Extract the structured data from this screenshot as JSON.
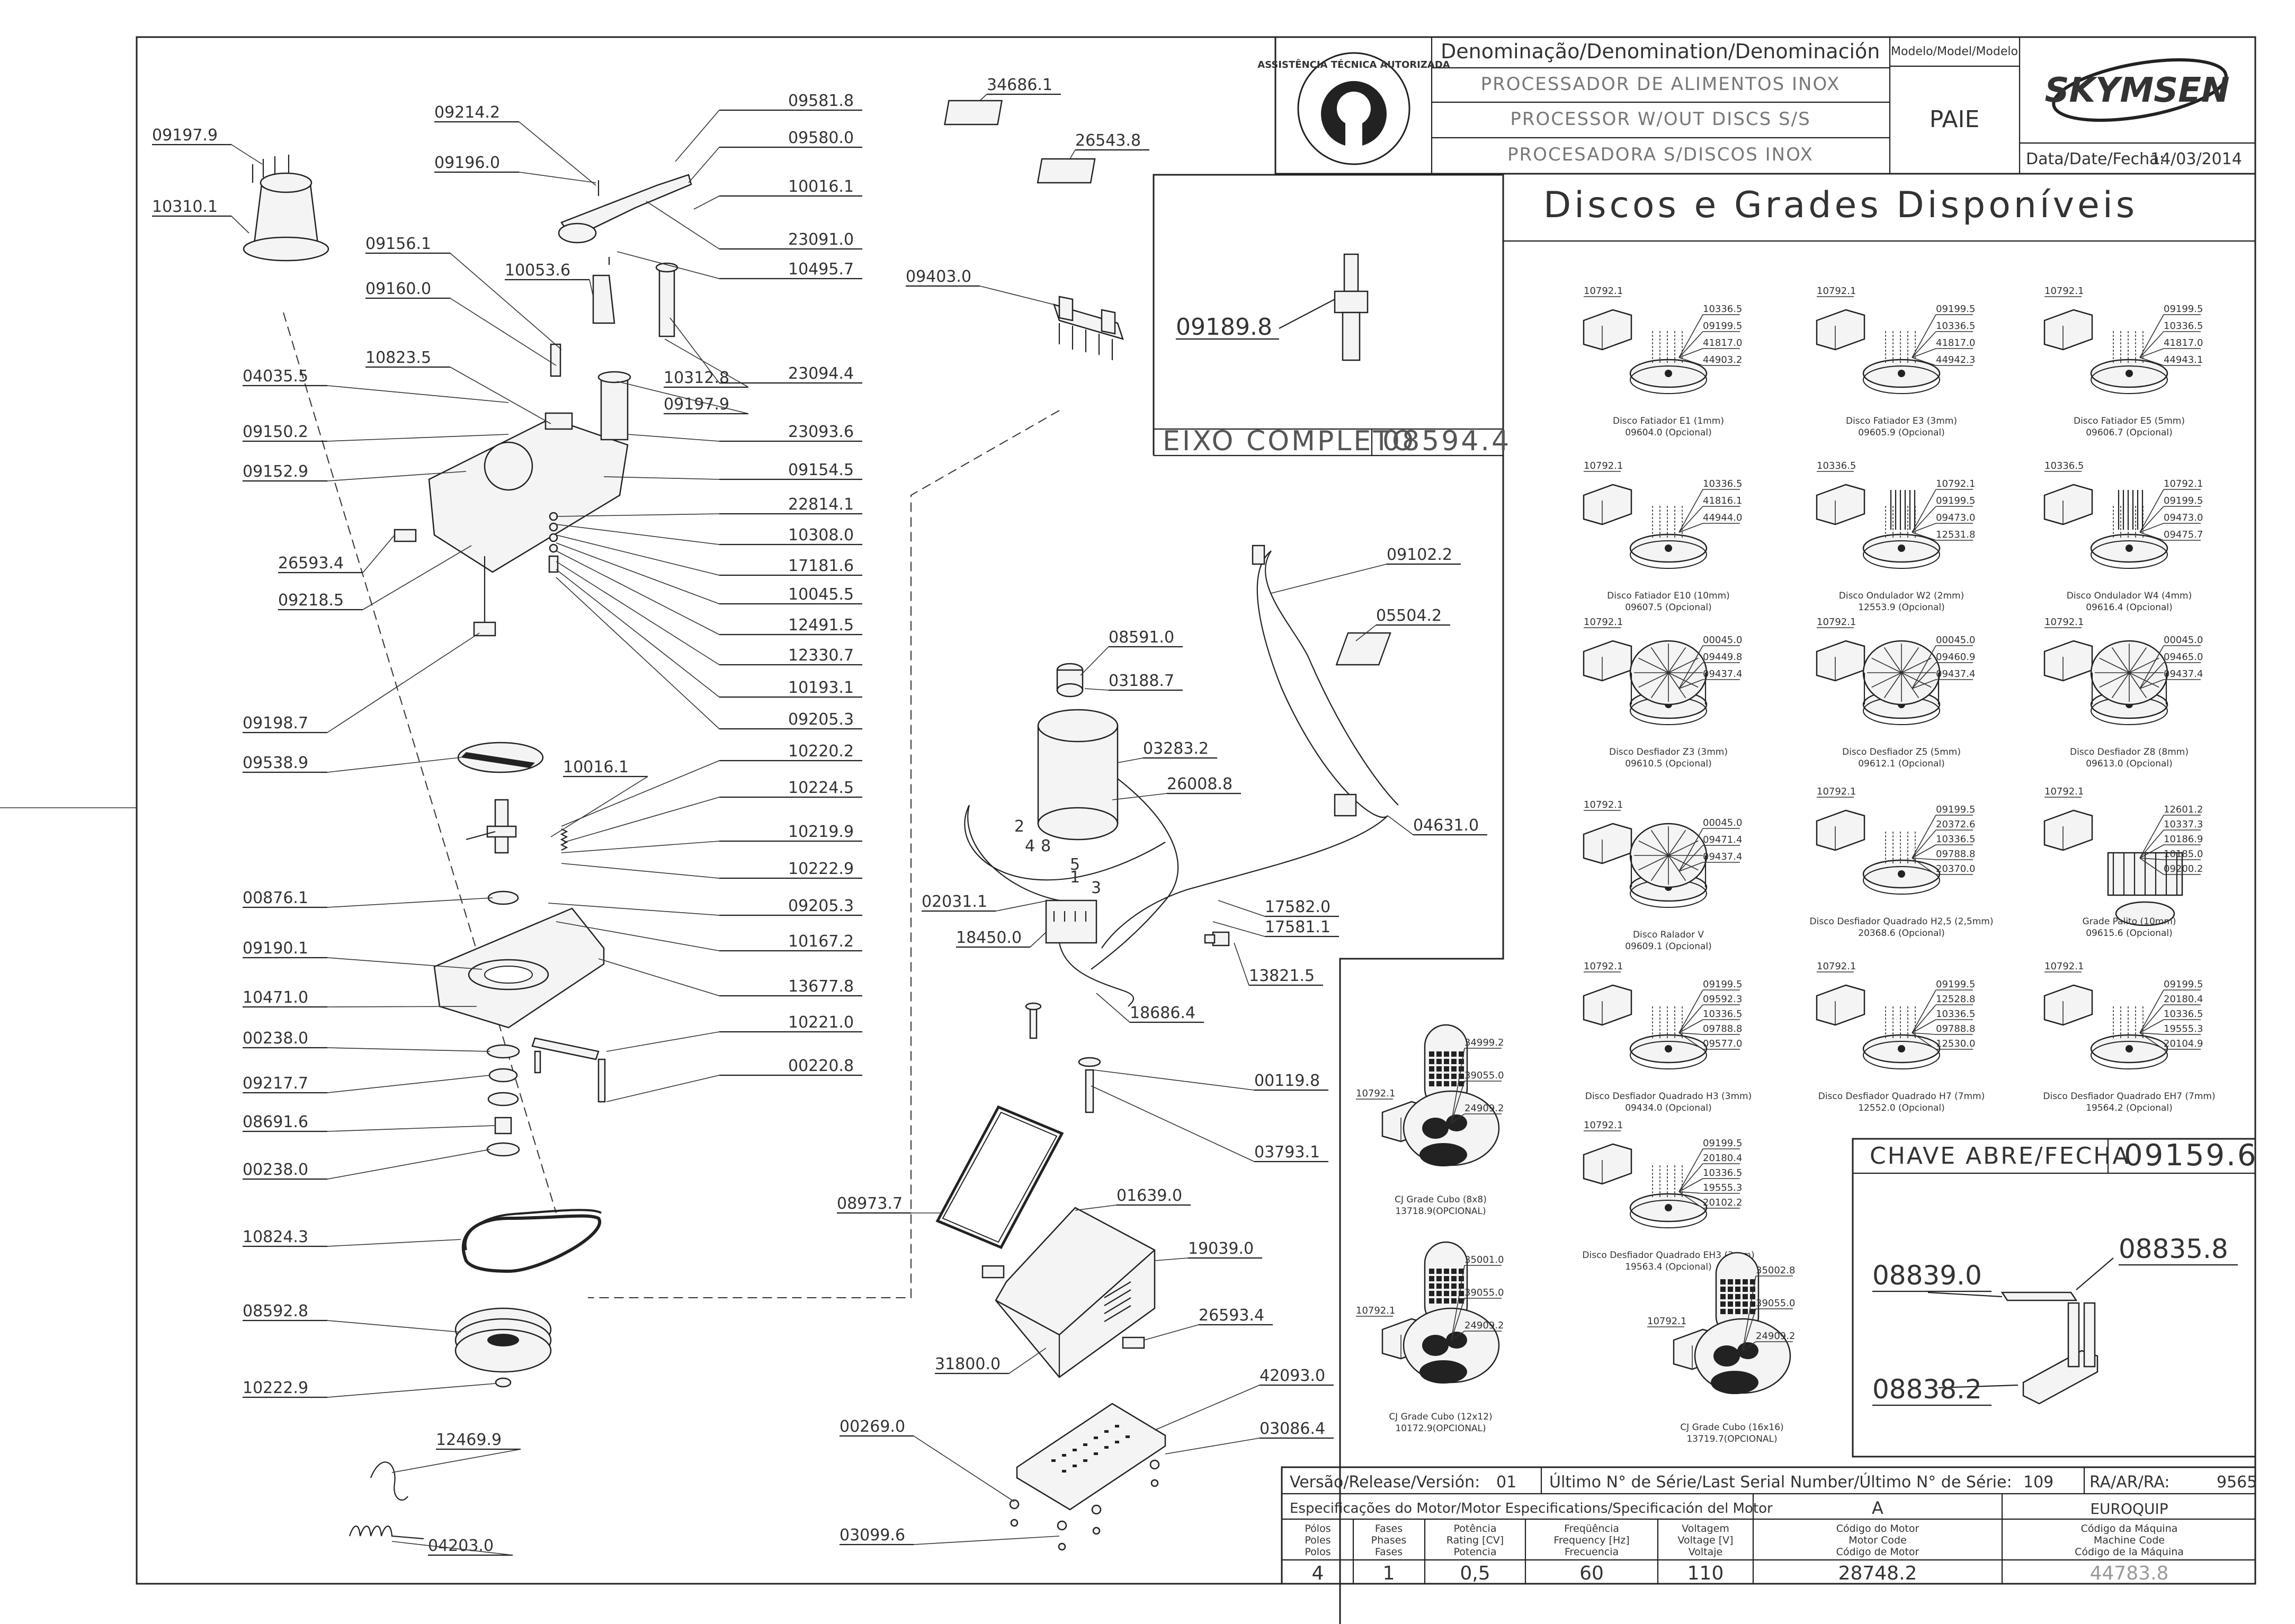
{
  "header": {
    "denomination_label": "Denominação/Denomination/Denominación",
    "model_label": "Modelo/Model/Modelo",
    "name_pt": "PROCESSADOR  DE  ALIMENTOS  INOX",
    "name_en": "PROCESSOR  W/OUT  DISCS  S/S",
    "name_es": "PROCESADORA  S/DISCOS  INOX",
    "model": "PAIE",
    "brand": "SKYMSEN",
    "date_label": "Data/Date/Fecha:",
    "date": "14/03/2014",
    "seal_text": "ASSISTÊNCIA TÉCNICA AUTORIZADA"
  },
  "discs_title": "Discos  e  Grades  Disponíveis",
  "axle": {
    "label": "EIXO  COMPLETO",
    "code": "08594.4",
    "part": "09189.8"
  },
  "switch": {
    "label": "CHAVE  ABRE/FECHA",
    "code": "09159.6",
    "parts": [
      "08839.0",
      "08835.8",
      "08838.2"
    ]
  },
  "left_parts": [
    {
      "code": "09197.9"
    },
    {
      "code": "10310.1"
    },
    {
      "code": "09214.2"
    },
    {
      "code": "09196.0"
    },
    {
      "code": "09156.1"
    },
    {
      "code": "09160.0"
    },
    {
      "code": "10053.6"
    },
    {
      "code": "10823.5"
    },
    {
      "code": "04035.5"
    },
    {
      "code": "09150.2"
    },
    {
      "code": "09152.9"
    },
    {
      "code": "26593.4"
    },
    {
      "code": "09218.5"
    },
    {
      "code": "09198.7"
    },
    {
      "code": "09538.9"
    },
    {
      "code": "10016.1"
    },
    {
      "code": "00876.1"
    },
    {
      "code": "09190.1"
    },
    {
      "code": "10471.0"
    },
    {
      "code": "00238.0"
    },
    {
      "code": "09217.7"
    },
    {
      "code": "08691.6"
    },
    {
      "code": "00238.0"
    },
    {
      "code": "10824.3"
    },
    {
      "code": "08592.8"
    },
    {
      "code": "10222.9"
    },
    {
      "code": "12469.9"
    },
    {
      "code": "04203.0"
    },
    {
      "code": "10312.8"
    },
    {
      "code": "09197.9"
    }
  ],
  "right_parts": [
    {
      "code": "09581.8"
    },
    {
      "code": "09580.0"
    },
    {
      "code": "10016.1"
    },
    {
      "code": "23091.0"
    },
    {
      "code": "10495.7"
    },
    {
      "code": "23094.4"
    },
    {
      "code": "23093.6"
    },
    {
      "code": "09154.5"
    },
    {
      "code": "22814.1"
    },
    {
      "code": "10308.0"
    },
    {
      "code": "17181.6"
    },
    {
      "code": "10045.5"
    },
    {
      "code": "12491.5"
    },
    {
      "code": "12330.7"
    },
    {
      "code": "10193.1"
    },
    {
      "code": "09205.3"
    },
    {
      "code": "10220.2"
    },
    {
      "code": "10224.5"
    },
    {
      "code": "10219.9"
    },
    {
      "code": "10222.9"
    },
    {
      "code": "09205.3"
    },
    {
      "code": "10167.2"
    },
    {
      "code": "13677.8"
    },
    {
      "code": "10221.0"
    },
    {
      "code": "00220.8"
    }
  ],
  "center_parts": [
    {
      "code": "34686.1"
    },
    {
      "code": "26543.8"
    },
    {
      "code": "09403.0"
    },
    {
      "code": "09102.2"
    },
    {
      "code": "05504.2"
    },
    {
      "code": "08591.0"
    },
    {
      "code": "03188.7"
    },
    {
      "code": "03283.2"
    },
    {
      "code": "26008.8"
    },
    {
      "code": "04631.0"
    },
    {
      "code": "02031.1"
    },
    {
      "code": "18450.0"
    },
    {
      "code": "17582.0"
    },
    {
      "code": "17581.1"
    },
    {
      "code": "13821.5"
    },
    {
      "code": "18686.4"
    },
    {
      "code": "00119.8"
    },
    {
      "code": "03793.1"
    },
    {
      "code": "08973.7"
    },
    {
      "code": "01639.0"
    },
    {
      "code": "19039.0"
    },
    {
      "code": "26593.4"
    },
    {
      "code": "31800.0"
    },
    {
      "code": "42093.0"
    },
    {
      "code": "00269.0"
    },
    {
      "code": "03086.4"
    },
    {
      "code": "03099.6"
    }
  ],
  "discs": [
    {
      "name": "Disco Fatiador E1 (1mm)",
      "code": "09604.0 (Opcional)",
      "parts": [
        "10792.1",
        "10336.5",
        "09199.5",
        "41817.0",
        "44903.2"
      ]
    },
    {
      "name": "Disco Fatiador E3 (3mm)",
      "code": "09605.9 (Opcional)",
      "parts": [
        "10792.1",
        "09199.5",
        "10336.5",
        "41817.0",
        "44942.3"
      ]
    },
    {
      "name": "Disco Fatiador E5 (5mm)",
      "code": "09606.7 (Opcional)",
      "parts": [
        "10792.1",
        "09199.5",
        "10336.5",
        "41817.0",
        "44943.1"
      ]
    },
    {
      "name": "Disco Fatiador E10 (10mm)",
      "code": "09607.5 (Opcional)",
      "parts": [
        "10792.1",
        "10336.5",
        "41816.1",
        "44944.0"
      ]
    },
    {
      "name": "Disco Ondulador W2 (2mm)",
      "code": "12553.9 (Opcional)",
      "parts": [
        "10336.5",
        "10792.1",
        "09199.5",
        "09473.0",
        "12531.8"
      ]
    },
    {
      "name": "Disco Ondulador W4 (4mm)",
      "code": "09616.4 (Opcional)",
      "parts": [
        "10336.5",
        "10792.1",
        "09199.5",
        "09473.0",
        "09475.7"
      ]
    },
    {
      "name": "Disco Desfiador Z3 (3mm)",
      "code": "09610.5 (Opcional)",
      "parts": [
        "10792.1",
        "00045.0",
        "09449.8",
        "09437.4"
      ]
    },
    {
      "name": "Disco Desfiador Z5 (5mm)",
      "code": "09612.1 (Opcional)",
      "parts": [
        "10792.1",
        "00045.0",
        "09460.9",
        "09437.4"
      ]
    },
    {
      "name": "Disco Desfiador Z8 (8mm)",
      "code": "09613.0 (Opcional)",
      "parts": [
        "10792.1",
        "00045.0",
        "09465.0",
        "09437.4"
      ]
    },
    {
      "name": "Disco Ralador  V",
      "code": "09609.1 (Opcional)",
      "parts": [
        "10792.1",
        "00045.0",
        "09471.4",
        "09437.4"
      ]
    },
    {
      "name": "Disco Desfiador Quadrado H2,5 (2,5mm)",
      "code": "20368.6 (Opcional)",
      "parts": [
        "10792.1",
        "09199.5",
        "20372.6",
        "10336.5",
        "09788.8",
        "20370.0"
      ]
    },
    {
      "name": "Grade Palito (10mm)",
      "code": "09615.6 (Opcional)",
      "parts": [
        "10792.1",
        "12601.2",
        "10337.3",
        "10186.9",
        "10185.0",
        "09200.2"
      ]
    },
    {
      "name": "Disco Desfiador Quadrado H3 (3mm)",
      "code": "09434.0 (Opcional)",
      "parts": [
        "10792.1",
        "09199.5",
        "09592.3",
        "10336.5",
        "09788.8",
        "09577.0"
      ]
    },
    {
      "name": "Disco Desfiador Quadrado H7 (7mm)",
      "code": "12552.0 (Opcional)",
      "parts": [
        "10792.1",
        "09199.5",
        "12528.8",
        "10336.5",
        "09788.8",
        "12530.0"
      ]
    },
    {
      "name": "Disco Desfiador Quadrado EH7 (7mm)",
      "code": "19564.2 (Opcional)",
      "parts": [
        "10792.1",
        "09199.5",
        "20180.4",
        "10336.5",
        "19555.3",
        "20104.9"
      ]
    },
    {
      "name": "Disco Desfiador Quadrado EH3 (3mm)",
      "code": "19563.4 (Opcional)",
      "parts": [
        "10792.1",
        "09199.5",
        "20180.4",
        "10336.5",
        "19555.3",
        "20102.2"
      ]
    },
    {
      "name": "CJ Grade Cubo (8x8)",
      "code": "13718.9(OPCIONAL)",
      "parts": [
        "10792.1",
        "34999.2",
        "39055.0",
        "24909.2"
      ]
    },
    {
      "name": "CJ Grade Cubo (12x12)",
      "code": "10172.9(OPCIONAL)",
      "parts": [
        "10792.1",
        "35001.0",
        "39055.0",
        "24909.2"
      ]
    },
    {
      "name": "CJ Grade Cubo (16x16)",
      "code": "13719.7(OPCIONAL)",
      "parts": [
        "10792.1",
        "35002.8",
        "39055.0",
        "24909.2"
      ]
    }
  ],
  "footer": {
    "version_label": "Versão/Release/Versión:",
    "version": "01",
    "serial_label": "Último  N°  de  Série/Last  Serial  Number/Último  N°  de  Série:",
    "serial": "109",
    "ra_label": "RA/AR/RA:",
    "ra": "9565",
    "motor_spec_label": "Especificações  do  Motor/Motor  Especifications/Specificación  del  Motor",
    "col_a": "A",
    "col_b": "EUROQUIP",
    "heads": [
      [
        "Pólos",
        "Poles",
        "Polos"
      ],
      [
        "Fases",
        "Phases",
        "Fases"
      ],
      [
        "Potência",
        "Rating [CV]",
        "Potencia"
      ],
      [
        "Freqüência",
        "Frequency [Hz]",
        "Frecuencia"
      ],
      [
        "Voltagem",
        "Voltage [V]",
        "Voltaje"
      ],
      [
        "Código do Motor",
        "Motor Code",
        "Código de Motor"
      ],
      [
        "Código da Máquina",
        "Machine Code",
        "Código de la Máquina"
      ]
    ],
    "values": [
      "4",
      "1",
      "0,5",
      "60",
      "110",
      "28748.2",
      "44783.8"
    ]
  },
  "wire_numbers": [
    "2",
    "4",
    "5",
    "1",
    "8",
    "3"
  ]
}
